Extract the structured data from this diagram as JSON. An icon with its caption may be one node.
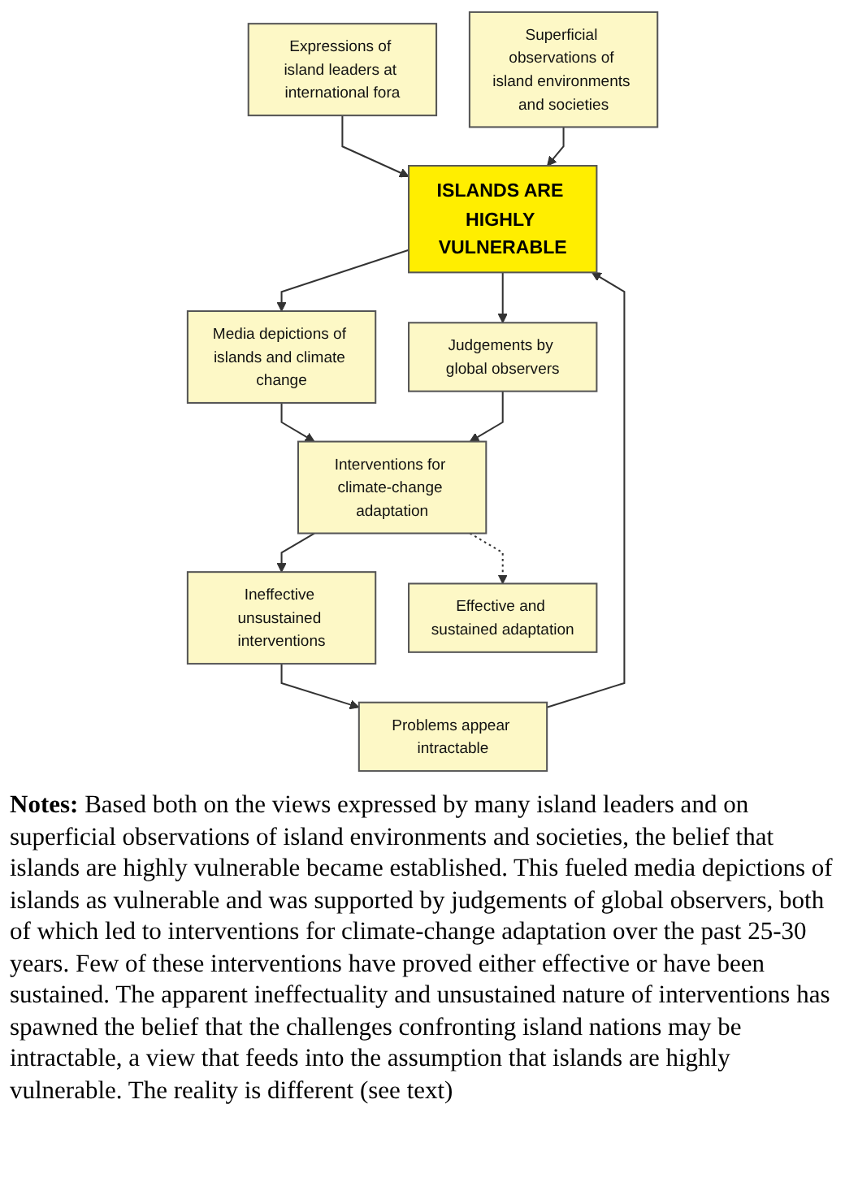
{
  "diagram": {
    "nodes": [
      {
        "text": [
          "Expressions of island leaders at international fora"
        ]
      },
      {
        "text": [
          "Superficial observations of island environments and societies"
        ]
      },
      {
        "text": [
          "ISLANDS ARE HIGHLY VULNERABLE"
        ]
      },
      {
        "text": [
          "Problems appear intractable"
        ]
      },
      {
        "text": [
          "Media depictions of islands and climate change"
        ]
      },
      {
        "text": [
          "Judgements by global observers"
        ]
      },
      {
        "text": [
          "Ineffective unsustained interventions"
        ]
      },
      {
        "text": [
          "Interventions for climate-change adaptation"
        ]
      },
      {
        "text": [
          "Effective and sustained adaptation"
        ]
      }
    ],
    "edges": [
      {
        "from": 0,
        "to": 2,
        "arrow": "to"
      },
      {
        "from": 1,
        "to": 2,
        "arrow": "to"
      },
      {
        "from": 3,
        "to": 2,
        "arrow": "to"
      },
      {
        "from": 2,
        "to": 4,
        "arrow": "to"
      },
      {
        "from": 2,
        "to": 5,
        "arrow": "to"
      },
      {
        "from": 4,
        "to": 7,
        "arrow": "to"
      },
      {
        "from": 5,
        "to": 7,
        "arrow": "to"
      },
      {
        "from": 7,
        "to": 6,
        "arrow": "to"
      },
      {
        "from": 6,
        "to": 3,
        "arrow": "to"
      },
      {
        "from": 7,
        "to": 8,
        "arrow": "to",
        "style": "dashed"
      }
    ],
    "labels": [
      "**Notes:** Based both on the views expressed by many island leaders and on superficial observations of island environments and societies, the belief that islands are highly vulnerable became established. This fueled media depictions of islands as vulnerable and was supported by judgements of global observers, both of which led to interventions for climate-change adaptation over the past 25-30 years. Few of these interventions have proved either effective or have been sustained. The apparent ineffectuality and unsustained nature of interventions has spawned the belief that the challenges confronting island nations may be intractable, a view that feeds into the assumption that islands are highly vulnerable. The reality is different (see text)"
    ]
  }
}
